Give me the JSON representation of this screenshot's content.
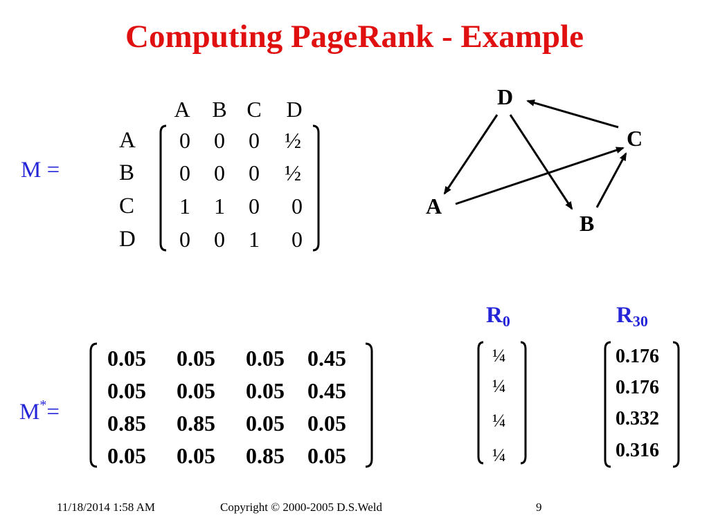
{
  "title": "Computing PageRank - Example",
  "matrix_m": {
    "label": "M =",
    "column_headers": [
      "A",
      "B",
      "C",
      "D"
    ],
    "row_headers": [
      "A",
      "B",
      "C",
      "D"
    ],
    "rows": [
      [
        "0",
        "0",
        "0",
        "½"
      ],
      [
        "0",
        "0",
        "0",
        "½"
      ],
      [
        "1",
        "1",
        "0",
        "0"
      ],
      [
        "0",
        "0",
        "1",
        "0"
      ]
    ]
  },
  "matrix_m_star": {
    "label_base": "M",
    "label_sup": "*",
    "label_eq": "=",
    "rows": [
      [
        "0.05",
        "0.05",
        "0.05",
        "0.45"
      ],
      [
        "0.05",
        "0.05",
        "0.05",
        "0.45"
      ],
      [
        "0.85",
        "0.85",
        "0.05",
        "0.05"
      ],
      [
        "0.05",
        "0.05",
        "0.85",
        "0.05"
      ]
    ]
  },
  "vector_r0": {
    "label_base": "R",
    "label_sub": "0",
    "values": [
      "¼",
      "¼",
      "¼",
      "¼"
    ]
  },
  "vector_r30": {
    "label_base": "R",
    "label_sub": "30",
    "values": [
      "0.176",
      "0.176",
      "0.332",
      "0.316"
    ]
  },
  "graph": {
    "nodes": [
      "D",
      "C",
      "A",
      "B"
    ],
    "edges": [
      {
        "from": "C",
        "to": "D"
      },
      {
        "from": "D",
        "to": "A"
      },
      {
        "from": "D",
        "to": "B"
      },
      {
        "from": "A",
        "to": "C"
      },
      {
        "from": "B",
        "to": "C"
      }
    ]
  },
  "footer": {
    "date": "11/18/2014 1:58 AM",
    "copyright": "Copyright © 2000-2005 D.S.Weld",
    "page_number": "9"
  },
  "colors": {
    "title": "#e01010",
    "labels": "#2525d8",
    "text": "#000000"
  }
}
